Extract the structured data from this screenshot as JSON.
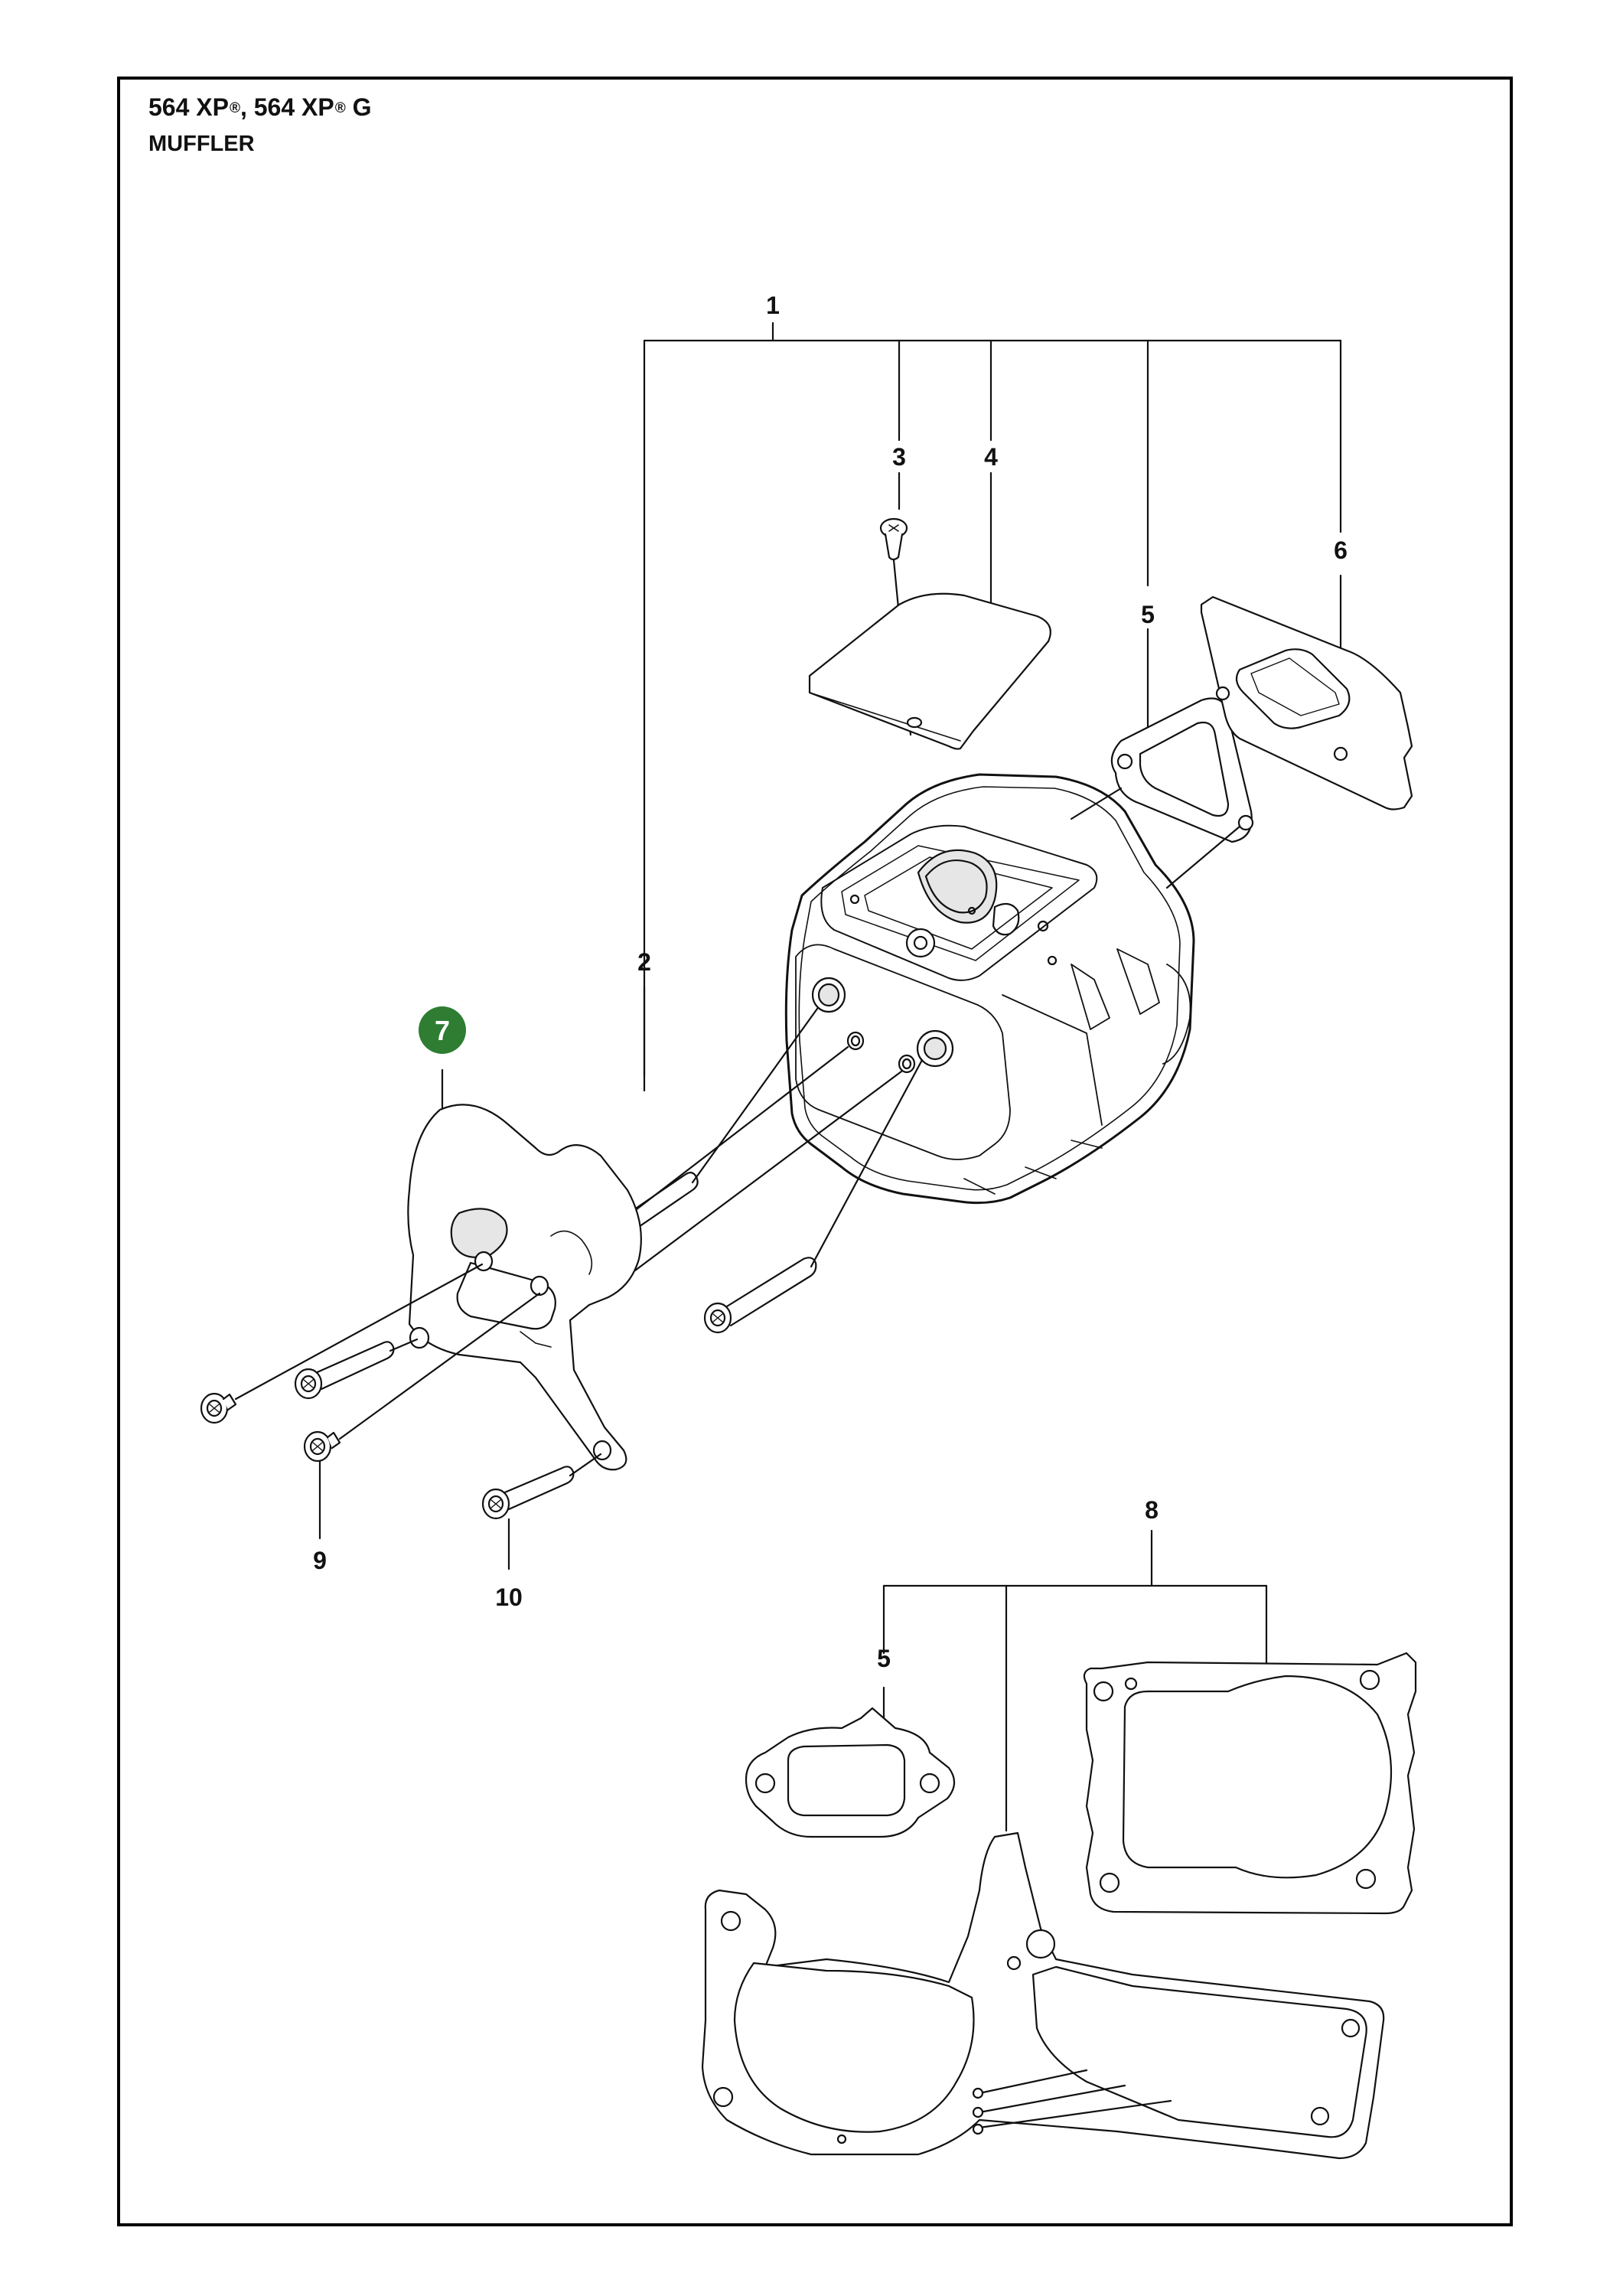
{
  "header": {
    "model_a": "564 XP",
    "sep": ", ",
    "model_b": "564 XP",
    "model_b_suffix": " G",
    "reg_mark": "®",
    "section": "MUFFLER"
  },
  "callouts": [
    {
      "id": "1",
      "text": "1"
    },
    {
      "id": "2",
      "text": "2"
    },
    {
      "id": "3",
      "text": "3"
    },
    {
      "id": "4",
      "text": "4"
    },
    {
      "id": "5a",
      "text": "5"
    },
    {
      "id": "6",
      "text": "6"
    },
    {
      "id": "7",
      "text": "7",
      "highlight": true
    },
    {
      "id": "8",
      "text": "8"
    },
    {
      "id": "5b",
      "text": "5"
    },
    {
      "id": "9",
      "text": "9"
    },
    {
      "id": "10",
      "text": "10"
    }
  ],
  "colors": {
    "line": "#111111",
    "highlight": "#2e7d32",
    "part_fill": "#ffffff",
    "shade": "#e6e6e6"
  }
}
